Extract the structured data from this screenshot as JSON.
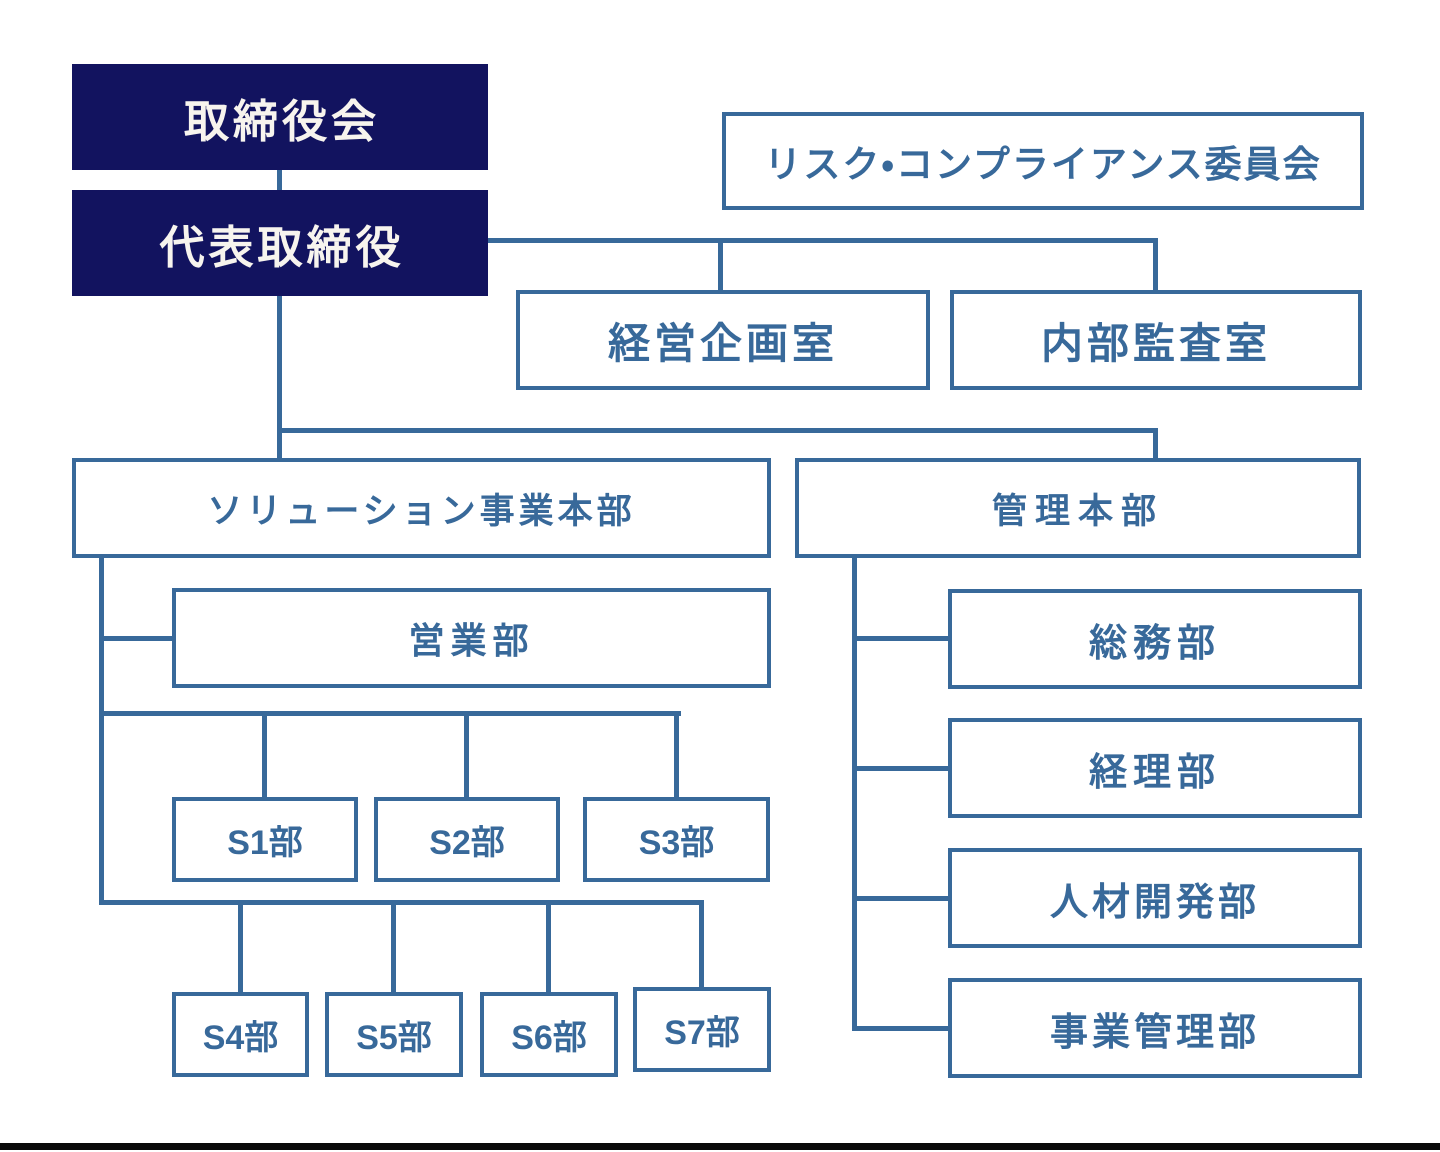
{
  "nodes": {
    "board": "取締役会",
    "ceo": "代表取締役",
    "risk_committee": "リスク・コンプライアンス委員会",
    "corporate_planning": "経営企画室",
    "internal_audit": "内部監査室",
    "solution_division": "ソリューション事業本部",
    "admin_division": "管理本部",
    "sales_dept": "営業部",
    "s1": "S1部",
    "s2": "S2部",
    "s3": "S3部",
    "s4": "S4部",
    "s5": "S5部",
    "s6": "S6部",
    "s7": "S7部",
    "general_affairs": "総務部",
    "accounting": "経理部",
    "hr_development": "人材開発部",
    "business_management": "事業管理部"
  },
  "colors": {
    "navy_fill": "#12135f",
    "line_blue": "#38699a",
    "light_text": "#f7f4ee",
    "background": "#ffffff",
    "bottom_rule": "#0a0a0a"
  }
}
